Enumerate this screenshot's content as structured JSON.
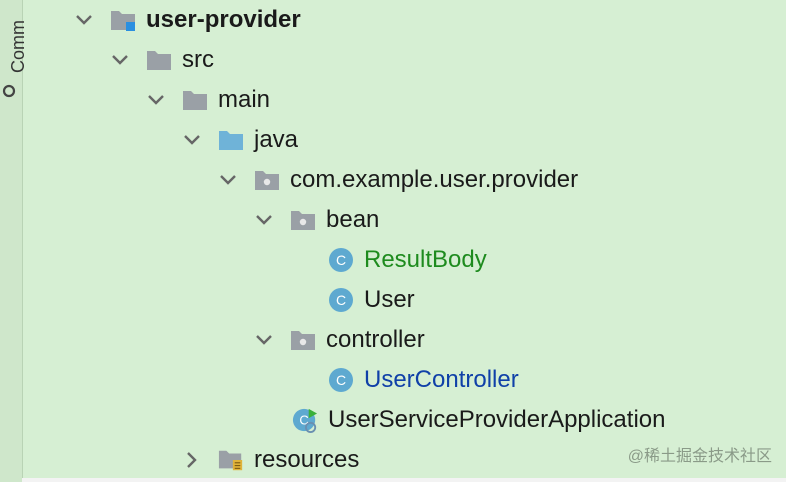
{
  "sidebar": {
    "label": "Comm",
    "icon": "pin-icon"
  },
  "tree": {
    "items": [
      {
        "label": "user-provider",
        "icon": "module-folder-icon",
        "arrow": "down"
      },
      {
        "label": "src",
        "icon": "folder-icon",
        "arrow": "down"
      },
      {
        "label": "main",
        "icon": "folder-icon",
        "arrow": "down"
      },
      {
        "label": "java",
        "icon": "source-folder-icon",
        "arrow": "down"
      },
      {
        "label": "com.example.user.provider",
        "icon": "package-icon",
        "arrow": "down"
      },
      {
        "label": "bean",
        "icon": "package-icon",
        "arrow": "down"
      },
      {
        "label": "ResultBody",
        "icon": "class-icon",
        "arrow": ""
      },
      {
        "label": "User",
        "icon": "class-icon",
        "arrow": ""
      },
      {
        "label": "controller",
        "icon": "package-icon",
        "arrow": "down"
      },
      {
        "label": "UserController",
        "icon": "class-icon",
        "arrow": ""
      },
      {
        "label": "UserServiceProviderApplication",
        "icon": "spring-boot-class-icon",
        "arrow": ""
      },
      {
        "label": "resources",
        "icon": "resources-folder-icon",
        "arrow": "right"
      }
    ]
  },
  "watermark": "@稀土掘金技术社区",
  "colors": {
    "background": "#d6efd3",
    "folder": "#9aa0a6",
    "source_folder": "#6fb3d8",
    "class_circle": "#5ea9d0",
    "green_text": "#1e8b1e",
    "blue_text": "#1040a8"
  }
}
